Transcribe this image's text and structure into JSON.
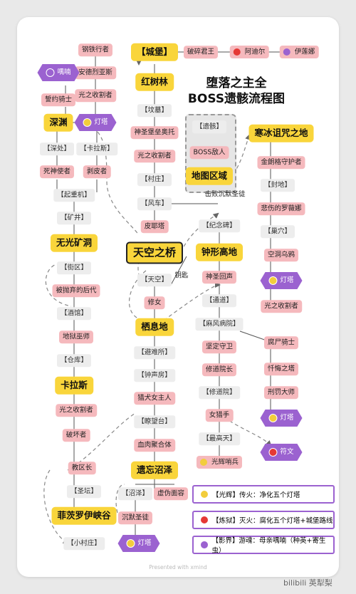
{
  "title": {
    "line1": "堕落之主全",
    "line2": "BOSS遗骸流程图"
  },
  "legend_box": {
    "remains": "【遗骸】",
    "boss": "BOSS敌人",
    "area": "地图区域"
  },
  "legend": [
    {
      "color": "#f2cd3c",
      "text": "【光辉】传火：净化五个灯塔"
    },
    {
      "color": "#e53935",
      "text": "【炼狱】灭火：腐化五个灯塔+城堡路线"
    },
    {
      "color": "#9b62d0",
      "text": "【影界】游魂：母亲喁喃（种英+寄生虫）"
    }
  ],
  "footer": {
    "text": "Presented with xmind",
    "watermark": "bilibili 英犁梨"
  },
  "link_labels": {
    "key": "钥匙",
    "defeat": "击败沉默圣徒"
  },
  "nodes": {
    "gangtie": "钢铁行者",
    "andelie": "安德烈亚斯",
    "guangzhi1": "光之收割者",
    "mingyue": "誓约骑士",
    "shenyuan": "深渊",
    "shenchu": "【深处】",
    "kalasi_loc": "【卡拉斯】",
    "siwang": "死神使者",
    "bopi": "剥皮者",
    "qizhongji": "【起重机】",
    "kuangjing": "【矿井】",
    "wuguang": "无光矿洞",
    "jiequ": "【街区】",
    "paoqi": "被抛弃的后代",
    "jiuguan": "【酒馆】",
    "diyu": "地狱巫师",
    "cangku": "【仓库】",
    "kalasi": "卡拉斯",
    "guangzhi2": "光之收割者",
    "pohuai": "破坏者",
    "jiaoqu": "教区长",
    "shengtan": "【圣坛】",
    "feiciluo": "菲茨罗伊峡谷",
    "xiaocunzhuang": "【小村庄】",
    "chengbao": "【城堡】",
    "posui": "破碎君王",
    "adier": "阿迪尔",
    "yilianna": "伊莲娜",
    "hongzhilin": "红树林",
    "fenmu": "【坟墓】",
    "shensheng": "神圣堡垒奥托",
    "guangzhi3": "光之收割者",
    "cunzhuang": "【村庄】",
    "fengche": "【风车】",
    "piyeta": "皮耶塔",
    "tiankong": "天空之桥",
    "tiantai": "【天空】",
    "xiunv": "修女",
    "qixi": "栖息地",
    "bihu": "【避难所】",
    "zhongsheng": "【钟声房】",
    "lieqiu": "猎犬女主人",
    "liaowang": "【瞭望台】",
    "xuerou": "血肉聚合体",
    "yiwang": "遗忘沼泽",
    "zhaoze": "【沼泽】",
    "xuwei": "虚伪面容",
    "chenmo": "沉默圣徒",
    "hanbing": "寒冰诅咒之地",
    "jinlang": "金朗格守护者",
    "fengdi": "【封地】",
    "beishang": "悲伤的罗薇娜",
    "chaoxue": "【巢穴】",
    "kongya": "空洞乌鸦",
    "guangzhi4": "光之收割者",
    "jinianbei": "【纪念碑】",
    "gaodi": "钟形高地",
    "shenshenghuisheng": "神圣回声",
    "tongdao": "【通道】",
    "mafeng": "【麻风病院】",
    "jianding": "坚定守卫",
    "xiudaoyuan": "修道院长",
    "xiudaoyuan2": "【修道院】",
    "nvlie": "女猎手",
    "zuigaotian": "【最高天】",
    "guanghui": "光辉哨兵",
    "fushi": "腐尸骑士",
    "chanhui": "忏悔之塔",
    "xingfa": "刑罚大师",
    "hex_nana": "喁喃",
    "hex_dengta1": "灯塔",
    "hex_dengta2": "灯塔",
    "hex_dengta3": "灯塔",
    "hex_dengta4": "灯塔",
    "hex_fuwen": "符文"
  }
}
